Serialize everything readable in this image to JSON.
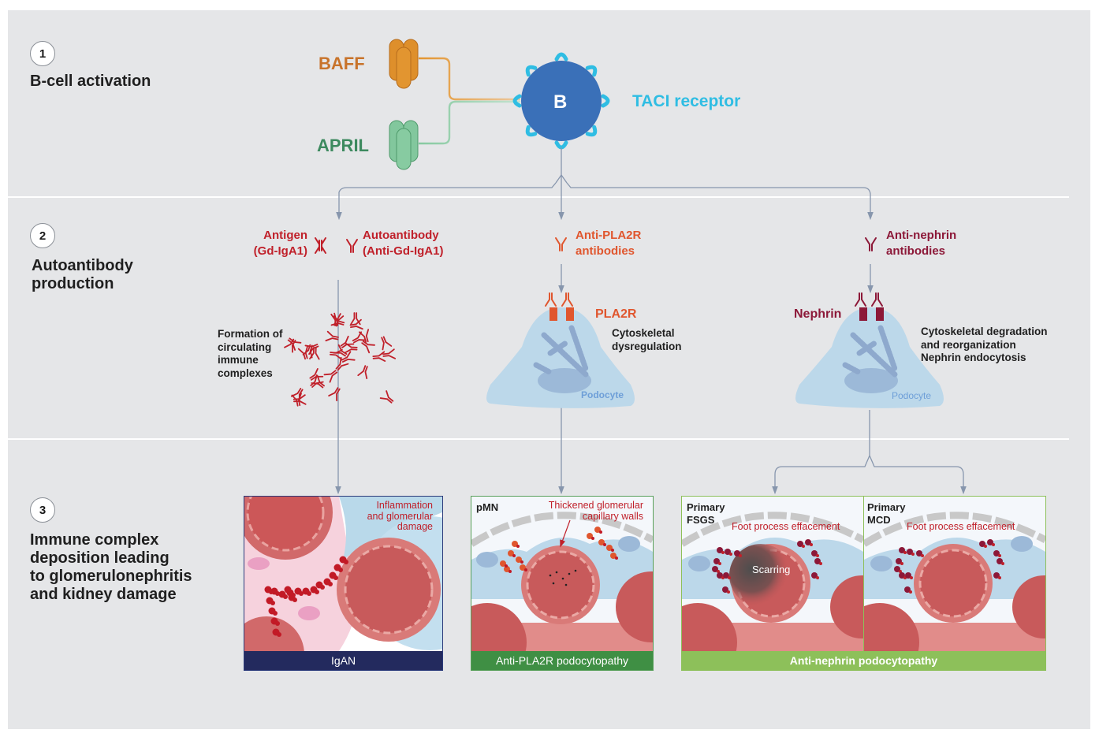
{
  "steps": [
    {
      "number": "1",
      "title": "B-cell activation"
    },
    {
      "number": "2",
      "title_line1": "Autoantibody",
      "title_line2": "production"
    },
    {
      "number": "3",
      "title_line1": "Immune complex",
      "title_line2": "deposition leading",
      "title_line3": "to glomerulonephritis",
      "title_line4": "and kidney damage"
    }
  ],
  "activation": {
    "baff_label": "BAFF",
    "april_label": "APRIL",
    "b_cell_label": "B",
    "taci_label": "TACI receptor"
  },
  "autoantibody": {
    "igan": {
      "antigen_line1": "Antigen",
      "antigen_line2": "(Gd-IgA1)",
      "autoantibody_line1": "Autoantibody",
      "autoantibody_line2": "(Anti-Gd-IgA1)",
      "complex_note_line1": "Formation of",
      "complex_note_line2": "circulating",
      "complex_note_line3": "immune",
      "complex_note_line4": "complexes"
    },
    "pla2r": {
      "antibody_line1": "Anti-PLA2R",
      "antibody_line2": "antibodies",
      "target_label": "PLA2R",
      "effect_line1": "Cytoskeletal",
      "effect_line2": "dysregulation",
      "cell_label": "Podocyte"
    },
    "nephrin": {
      "antibody_line1": "Anti-nephrin",
      "antibody_line2": "antibodies",
      "target_label": "Nephrin",
      "effect_line1": "Cytoskeletal degradation",
      "effect_line2": "and reorganization",
      "effect_line3": "Nephrin endocytosis",
      "cell_label": "Podocyte"
    }
  },
  "damage_panels": {
    "igan": {
      "annotation_line1": "Inflammation",
      "annotation_line2": "and glomerular",
      "annotation_line3": "damage",
      "footer": "IgAN"
    },
    "pmn": {
      "corner_label": "pMN",
      "annotation_line1": "Thickened glomerular",
      "annotation_line2": "capillary walls",
      "footer": "Anti-PLA2R podocytopathy"
    },
    "fsgs": {
      "corner_line1": "Primary",
      "corner_line2": "FSGS",
      "annotation": "Foot process effacement",
      "scar_label": "Scarring"
    },
    "mcd": {
      "corner_line1": "Primary",
      "corner_line2": "MCD",
      "annotation": "Foot process effacement"
    },
    "nephrin_footer": "Anti-nephrin podocytopathy"
  },
  "colors": {
    "background": "#e5e6e8",
    "baff": "#c8732a",
    "april": "#3d8a5f",
    "b_cell": "#3a70b8",
    "taci": "#2fbde3",
    "igan_red": "#c0202a",
    "pla2r_orange": "#e0562e",
    "nephrin_maroon": "#8c1838",
    "igan_footer": "#232a5e",
    "pmn_footer": "#3f8f44",
    "nephrin_footer": "#8dc05a"
  }
}
